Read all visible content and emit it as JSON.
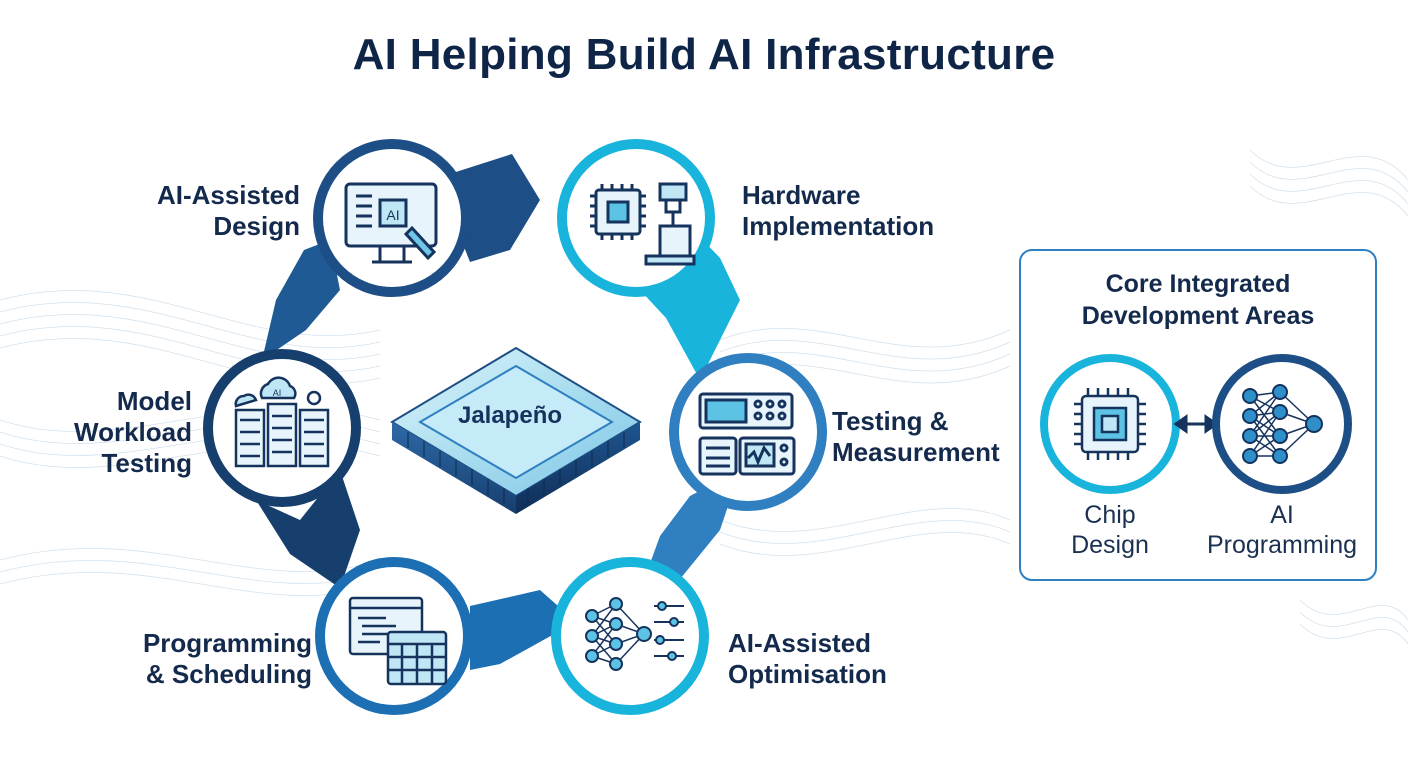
{
  "title": "AI Helping Build AI Infrastructure",
  "center_chip": {
    "label": "Jalapeño"
  },
  "stages": [
    {
      "id": "ai-assisted-design",
      "lines": [
        "AI-Assisted",
        "Design"
      ],
      "icon": "monitor-ai-design-icon"
    },
    {
      "id": "hardware-implementation",
      "lines": [
        "Hardware",
        "Implementation"
      ],
      "icon": "chip-fabrication-icon"
    },
    {
      "id": "testing-measurement",
      "lines": [
        "Testing &",
        "Measurement"
      ],
      "icon": "test-equipment-icon"
    },
    {
      "id": "ai-assisted-optimisation",
      "lines": [
        "AI-Assisted",
        "Optimisation"
      ],
      "icon": "neural-network-sliders-icon"
    },
    {
      "id": "programming-scheduling",
      "lines": [
        "Programming",
        "& Scheduling"
      ],
      "icon": "code-calendar-icon"
    },
    {
      "id": "model-workload-testing",
      "lines": [
        "Model",
        "Workload",
        "Testing"
      ],
      "icon": "server-rack-cloud-icon"
    }
  ],
  "core_box": {
    "title_lines": [
      "Core Integrated",
      "Development Areas"
    ],
    "areas": [
      {
        "lines": [
          "Chip",
          "Design"
        ],
        "icon": "chip-icon"
      },
      {
        "lines": [
          "AI",
          "Programming"
        ],
        "icon": "neural-network-icon"
      }
    ],
    "connector_icon": "double-arrow-icon"
  },
  "colors": {
    "navy": "#0f2547",
    "dark_blue": "#1d4f86",
    "mid_blue": "#2f7fc1",
    "cyan": "#19b4dc",
    "light_cyan": "#4cc9e6"
  }
}
